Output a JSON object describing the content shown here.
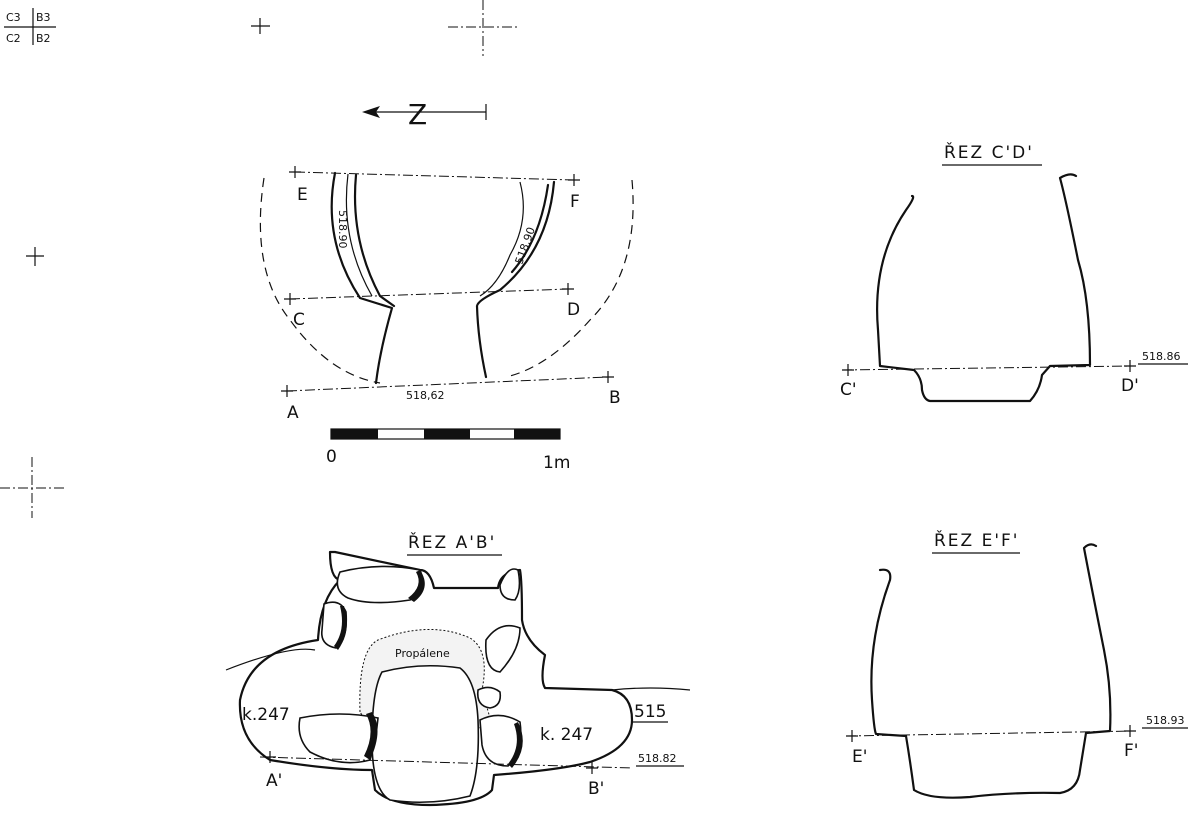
{
  "grid_key": {
    "top_left": "C3",
    "top_right": "B3",
    "bottom_left": "C2",
    "bottom_right": "B2"
  },
  "plan": {
    "north_symbol": "Z",
    "points": {
      "e": "E",
      "f": "F",
      "c": "C",
      "d": "D",
      "a": "A",
      "b": "B"
    },
    "levels": {
      "left_wall": "518.90",
      "right_wall": "518.90",
      "bottom": "518,62"
    },
    "scale": {
      "start": "0",
      "end": "1m"
    }
  },
  "section_ab": {
    "title": "ŘEZ  A'B'",
    "label_burnt": "Propálene",
    "label_left_layer": "k.247",
    "label_right_layer": "k. 247",
    "label_context": "515",
    "level": "518.82",
    "point_a": "A'",
    "point_b": "B'"
  },
  "section_cd": {
    "title": "ŘEZ  C'D'",
    "level": "518.86",
    "point_c": "C'",
    "point_d": "D'"
  },
  "section_ef": {
    "title": "ŘEZ  E'F'",
    "level": "518.93",
    "point_e": "E'",
    "point_f": "F'"
  }
}
